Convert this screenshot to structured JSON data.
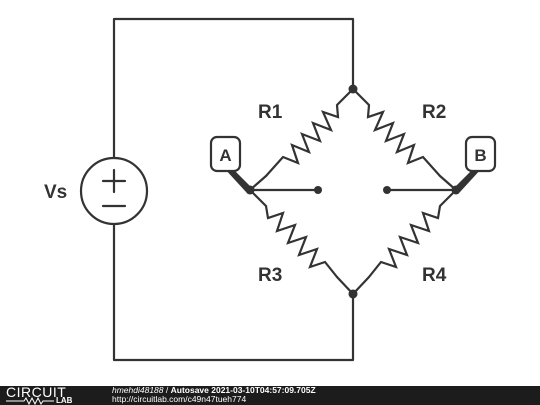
{
  "schematic": {
    "source_label": "Vs",
    "resistors": [
      "R1",
      "R2",
      "R3",
      "R4"
    ],
    "probes": [
      "A",
      "B"
    ]
  },
  "footer": {
    "logo_top": "CIRCUIT",
    "logo_bottom": "LAB",
    "user": "hmehdi48188",
    "separator": " / ",
    "autosave": "Autosave 2021-03-10T04:57:09.705Z",
    "url": "http://circuitlab.com/c49n47tueh774"
  }
}
